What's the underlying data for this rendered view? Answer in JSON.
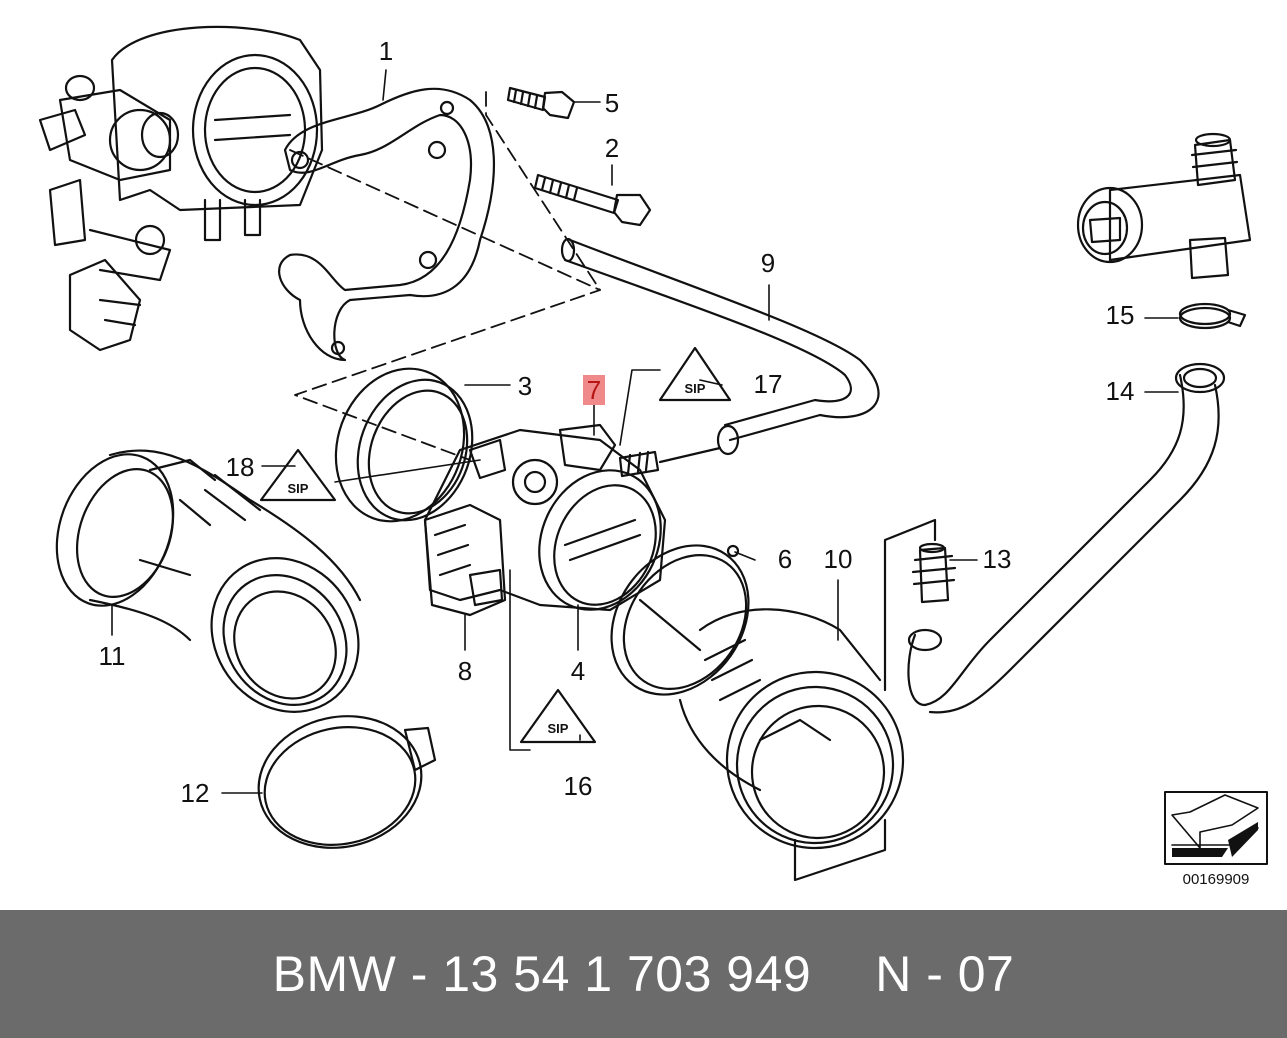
{
  "diagram": {
    "callouts": {
      "c1": "1",
      "c2": "2",
      "c3": "3",
      "c4": "4",
      "c5": "5",
      "c6": "6",
      "c7": "7",
      "c8": "8",
      "c9": "9",
      "c10": "10",
      "c11": "11",
      "c12": "12",
      "c13": "13",
      "c14": "14",
      "c15": "15",
      "c16": "16",
      "c17": "17",
      "c18": "18"
    },
    "highlighted_callout": "7",
    "highlight_color": "#f08a8a",
    "catalog_number": "00169909",
    "warning_symbol": "SIP"
  },
  "footer": {
    "part_label": "BMW - 13 54 1 703 949",
    "position_label": "N - 07",
    "background": "#6b6b6b"
  }
}
